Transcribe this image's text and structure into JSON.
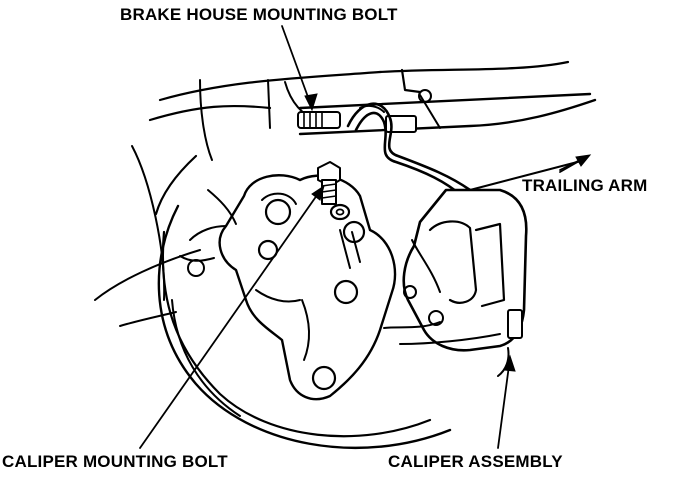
{
  "labels": {
    "brake_house_mounting_bolt": "BRAKE HOUSE MOUNTING BOLT",
    "trailing_arm": "TRAILING ARM",
    "caliper_mounting_bolt": "CALIPER MOUNTING BOLT",
    "caliper_assembly": "CALIPER ASSEMBLY"
  },
  "colors": {
    "ink": "#000000",
    "paper": "#ffffff"
  }
}
